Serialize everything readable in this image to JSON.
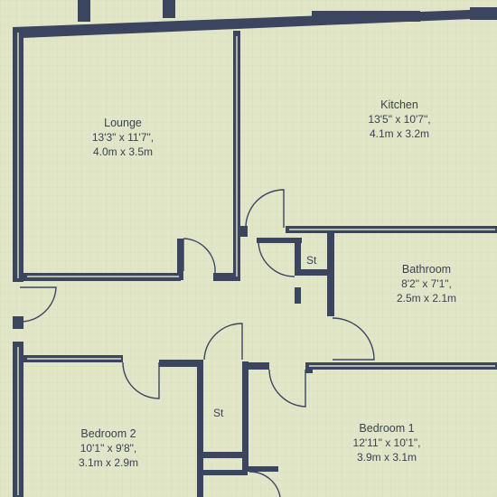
{
  "floorplan": {
    "rooms": [
      {
        "id": "lounge",
        "name": "Lounge",
        "imperial": "13'3\" x 11'7\",",
        "metric": "4.0m x 3.5m"
      },
      {
        "id": "kitchen",
        "name": "Kitchen",
        "imperial": "13'5\" x 10'7\",",
        "metric": "4.1m x 3.2m"
      },
      {
        "id": "bathroom",
        "name": "Bathroom",
        "imperial": "8'2\" x 7'1\",",
        "metric": "2.5m x 2.1m"
      },
      {
        "id": "bedroom2",
        "name": "Bedroom 2",
        "imperial": "10'1\" x 9'8\",",
        "metric": "3.1m x 2.9m"
      },
      {
        "id": "bedroom1",
        "name": "Bedroom 1",
        "imperial": "12'11\" x 10'1\",",
        "metric": "3.9m x 3.1m"
      }
    ],
    "storage_labels": [
      "St",
      "St"
    ],
    "colors": {
      "background": "#e2e6c8",
      "wall": "#3b4560",
      "wall_light": "#dfe3c4",
      "text": "#3a4155"
    }
  }
}
